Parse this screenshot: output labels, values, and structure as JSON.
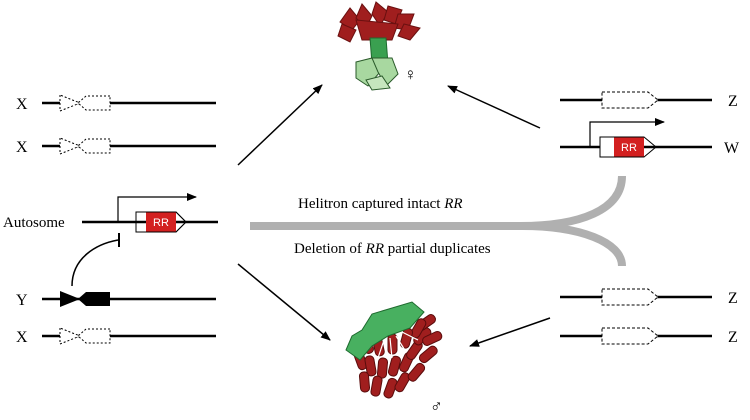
{
  "colors": {
    "line": "#000000",
    "gene_red": "#d32020",
    "flower_red": "#a01e1e",
    "flower_dark": "#7a1414",
    "stem_green": "#3aa050",
    "petal_light_green": "#a8d8a0",
    "anther_green": "#48b060",
    "gray_path": "#b0b0b0"
  },
  "chromosomes": {
    "x1": "X",
    "x2": "X",
    "autosome": "Autosome",
    "y": "Y",
    "x3": "X",
    "z1": "Z",
    "w": "W",
    "z2": "Z",
    "z3": "Z"
  },
  "genes": {
    "autosome_rr": "RR",
    "w_rr": "RR"
  },
  "captions": {
    "top_prefix": "Helitron captured intact ",
    "top_gene": "RR",
    "bottom_prefix": "Deletion of ",
    "bottom_gene": "RR",
    "bottom_suffix": " partial duplicates"
  },
  "symbols": {
    "female": "♀",
    "male": "♂"
  },
  "icons": [
    "female-flower-icon",
    "male-flower-icon",
    "female-symbol-icon",
    "male-symbol-icon"
  ]
}
